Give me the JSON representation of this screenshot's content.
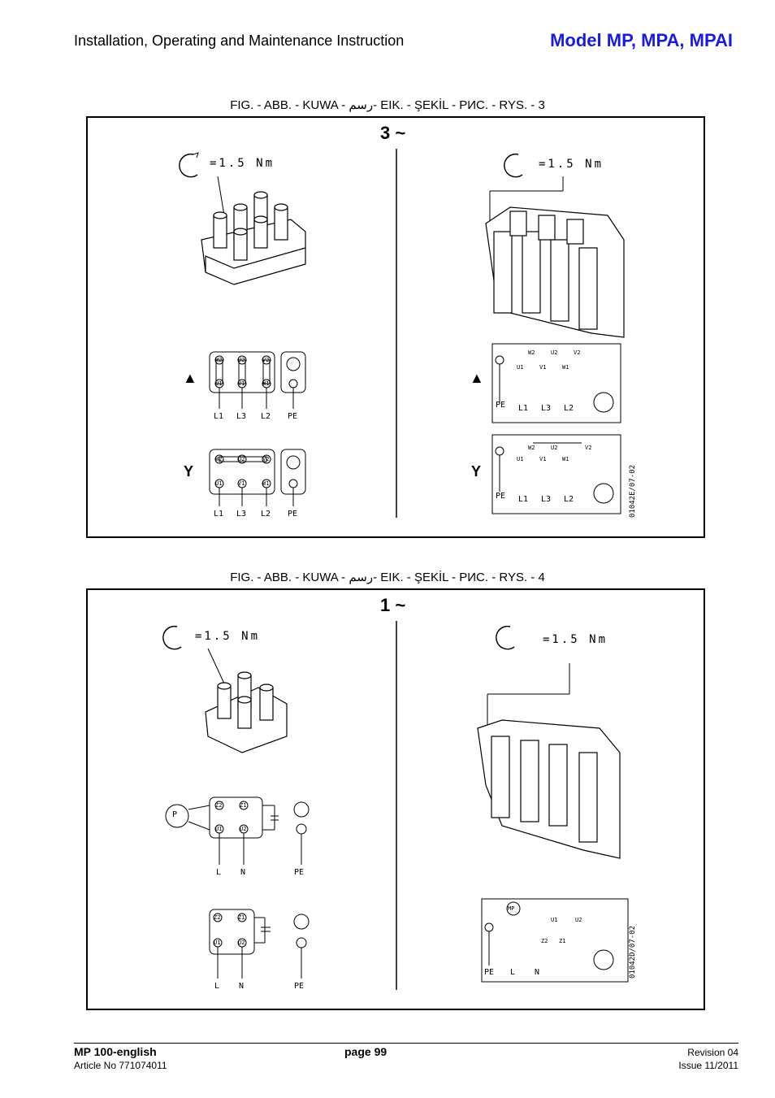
{
  "header": {
    "left_title": "Installation, Operating and Maintenance Instruction",
    "right_title": "Model MP, MPA, MPAI"
  },
  "figure3": {
    "caption": "FIG. - ABB. - KUWA - رسم- EIK. - ŞEKİL - РИС. - RYS. - 3",
    "phase_label": "3 ~",
    "torque_left": "=1.5 Nm",
    "torque_right": "=1.5 Nm",
    "delta_symbol": "▲",
    "star_symbol": "Y",
    "delta_terms_top": [
      "W2",
      "U2",
      "V2"
    ],
    "delta_terms_bottom": [
      "U1",
      "V1",
      "W1"
    ],
    "star_terms_top": [
      "W2",
      "U2",
      "V2"
    ],
    "star_terms_bottom": [
      "U1",
      "V1",
      "W1"
    ],
    "lines": [
      "L1",
      "L3",
      "L2",
      "PE"
    ],
    "right_delta_top": [
      "W2",
      "U2",
      "V2"
    ],
    "right_delta_bottom": [
      "U1",
      "V1",
      "W1"
    ],
    "right_lines": [
      "PE",
      "L1",
      "L3",
      "L2"
    ],
    "drawing_code": "01042E/07-02"
  },
  "figure4": {
    "caption": "FIG. - ABB. - KUWA - رسم- EIK. - ŞEKİL - РИС. - RYS. - 4",
    "phase_label": "1 ~",
    "torque_left": "=1.5 Nm",
    "torque_right": "=1.5 Nm",
    "p_label": "P",
    "terms_top": [
      "Z2",
      "Z1"
    ],
    "terms_bottom": [
      "U1",
      "U2"
    ],
    "lines": [
      "L",
      "N",
      "PE"
    ],
    "right_mp": "MP",
    "right_terms": [
      "U1",
      "U2",
      "Z2",
      "Z1"
    ],
    "right_lines": [
      "PE",
      "L",
      "N"
    ],
    "drawing_code": "01042D/07-02"
  },
  "footer": {
    "doc_title": "MP 100-english",
    "article": "Article No 771074011",
    "page": "page 99",
    "revision": "Revision 04",
    "issue": "Issue 11/2011"
  }
}
